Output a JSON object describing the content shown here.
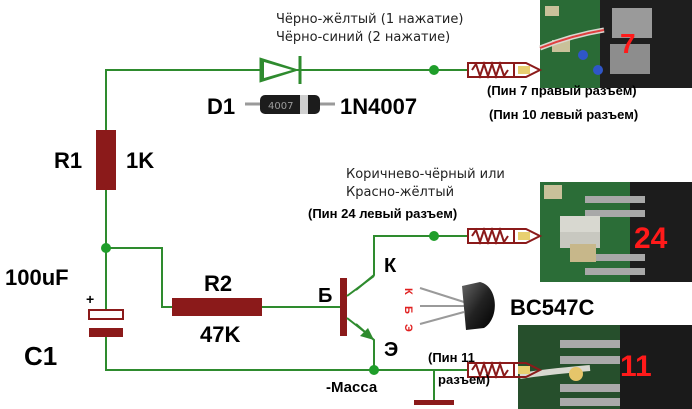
{
  "diagram": {
    "top_note_line1": "Чёрно-жёлтый (1 нажатие)",
    "top_note_line2": "Чёрно-синий (2 нажатие)",
    "pin7_line1": "(Пин 7 правый разъем)",
    "pin7_line2": "(Пин 10 левый разъем)",
    "d1_ref": "D1",
    "d1_part": "1N4007",
    "d1_body_text": "4007",
    "r1_ref": "R1",
    "r1_value": "1K",
    "mid_note_line1": "Коричнево-чёрный или",
    "mid_note_line2": "Красно-жёлтый",
    "pin24_label": "(Пин 24 левый разъем)",
    "k_label": "К",
    "kbe_letters": [
      "К",
      "Б",
      "Э"
    ],
    "transistor_part": "BC547C",
    "c1_value": "100uF",
    "plus_sign": "+",
    "r2_ref": "R2",
    "r2_value": "47K",
    "b_label": "Б",
    "e_label": "Э",
    "c1_ref": "C1",
    "ground_label": "-Масса",
    "pin11_line1": "(Пин 11",
    "pin11_line2": "разъем)",
    "photo_pin_numbers": [
      "7",
      "24",
      "11"
    ],
    "colors": {
      "wire": "#2e8b2e",
      "junction": "#1f9e2a",
      "resistor": "#8b1a1a",
      "label": "#000000",
      "pin_number": "#ff1a1a"
    }
  }
}
